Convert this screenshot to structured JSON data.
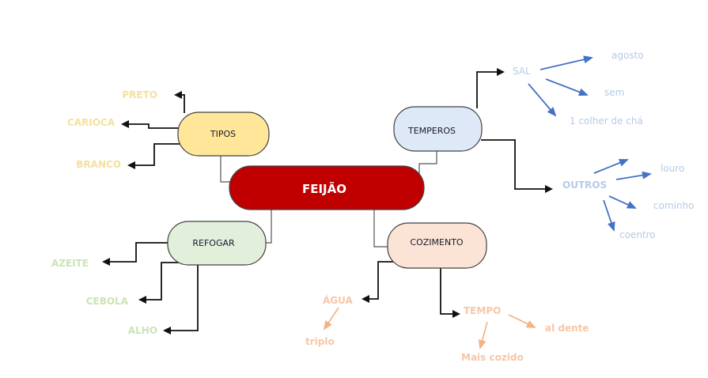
{
  "center": {
    "label": "FEIJÃO",
    "fill": "#c00000"
  },
  "branches": {
    "tipos": {
      "label": "TIPOS",
      "fill": "#ffe699",
      "children": [
        "PRETO",
        "CARIOCA",
        "BRANCO"
      ],
      "text_color": "#f5e3a0"
    },
    "temperos": {
      "label": "TEMPEROS",
      "fill": "#dde9f6",
      "text_color": "#bcd0ec",
      "children": [
        {
          "label": "SAL",
          "children": [
            "agosto",
            "sem",
            "1 colher de chá"
          ]
        },
        {
          "label": "OUTROS",
          "children": [
            "louro",
            "cominho",
            "coentro"
          ]
        }
      ]
    },
    "refogar": {
      "label": "REFOGAR",
      "fill": "#e2efda",
      "children": [
        "AZEITE",
        "CEBOLA",
        "ALHO"
      ],
      "text_color": "#cfe6bf"
    },
    "cozimento": {
      "label": "COZIMENTO",
      "fill": "#fbe4d5",
      "text_color": "#f7c9a8",
      "children": [
        {
          "label": "ÁGUA",
          "children": [
            "triplo"
          ]
        },
        {
          "label": "TEMPO",
          "children": [
            "al dente",
            "Mais cozido"
          ]
        }
      ]
    }
  },
  "colors": {
    "connector": "#1a1a1a",
    "blue_arrow": "#4472c4",
    "peach_arrow": "#f4b183",
    "outline": "#404040"
  }
}
